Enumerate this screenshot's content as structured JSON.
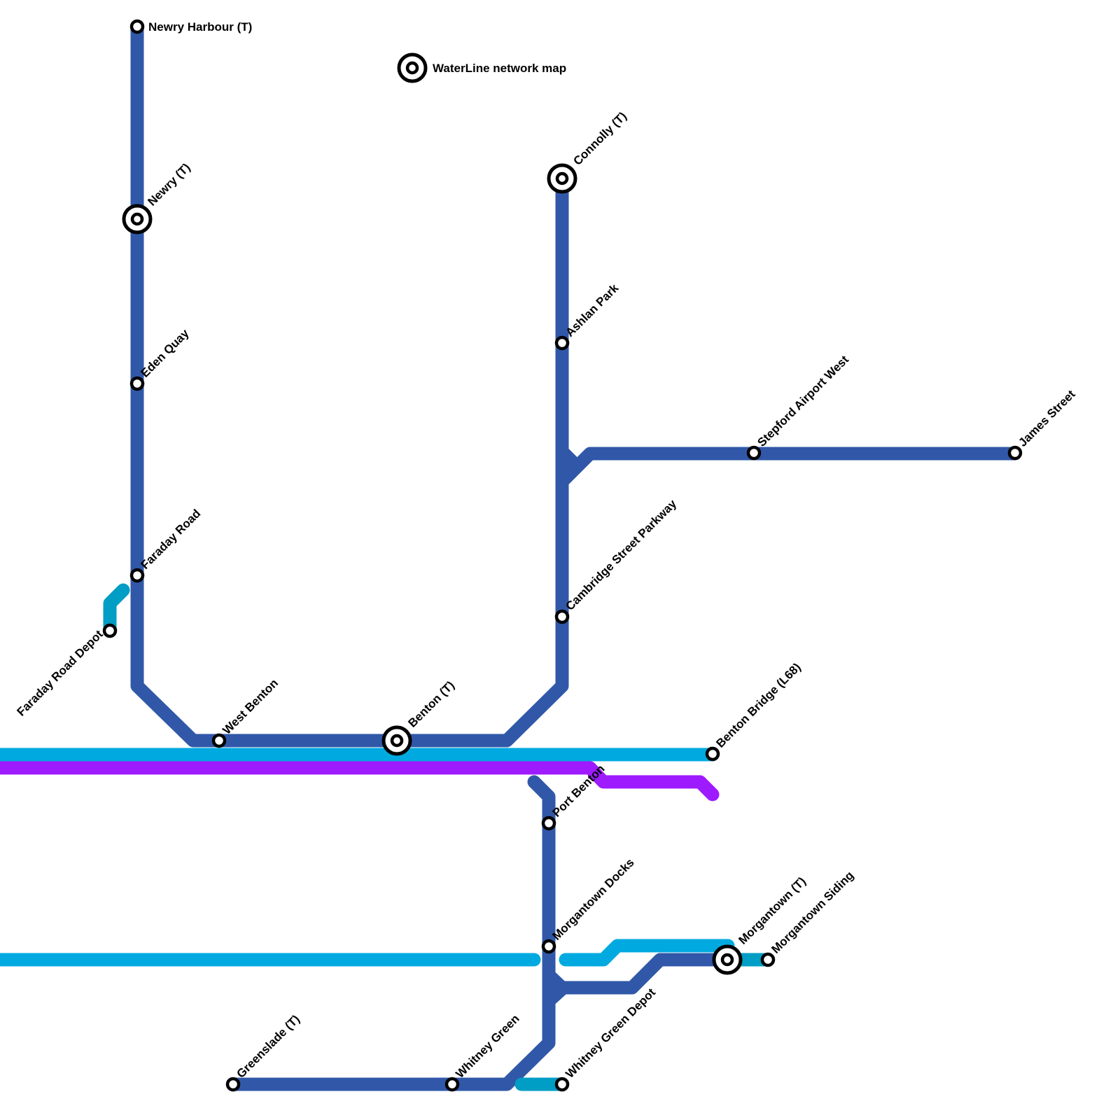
{
  "title": "WaterLine network map",
  "colors": {
    "dark_blue": "#3158A8",
    "light_blue": "#00AAE0",
    "purple": "#9E1AFF",
    "teal": "#009DC4"
  },
  "stations": {
    "newry_harbour": "Newry Harbour (T)",
    "newry": "Newry (T)",
    "eden_quay": "Eden Quay",
    "faraday_road": "Faraday Road",
    "faraday_road_depot": "Faraday Road Depot",
    "west_benton": "West Benton",
    "benton": "Benton (T)",
    "connolly": "Connolly (T)",
    "ashlan_park": "Ashlan Park",
    "stepford_airport_west": "Stepford Airport West",
    "james_street": "James Street",
    "cambridge_street_parkway": "Cambridge Street Parkway",
    "benton_bridge": "Benton Bridge (L68)",
    "port_benton": "Port Benton",
    "morgantown_docks": "Morgantown Docks",
    "morgantown": "Morgantown (T)",
    "morgantown_siding": "Morgantown Siding",
    "greenslade": "Greenslade (T)",
    "whitney_green": "Whitney Green",
    "whitney_green_depot": "Whitney Green Depot"
  }
}
